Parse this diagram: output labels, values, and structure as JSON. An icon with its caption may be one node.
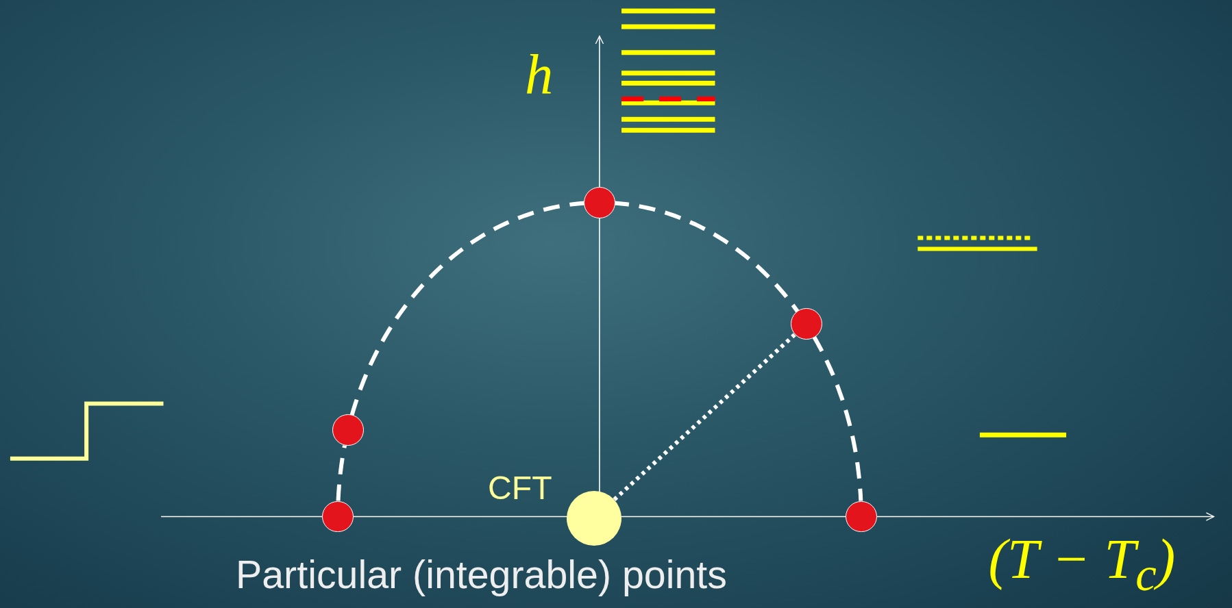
{
  "diagram": {
    "nodes": [
      {
        "text": [
          "CFT"
        ]
      },
      {
        "text": [],
        "shape": "circle"
      },
      {
        "text": [],
        "shape": "circle"
      },
      {
        "text": [],
        "shape": "circle"
      },
      {
        "text": [],
        "shape": "circle"
      },
      {
        "text": [],
        "shape": "circle"
      }
    ],
    "edges": [
      {
        "from": 2,
        "to": 1,
        "arrow": "none",
        "style": "dashed"
      },
      {
        "from": 1,
        "to": 3,
        "arrow": "none",
        "style": "dashed"
      },
      {
        "from": 3,
        "to": 4,
        "arrow": "none",
        "style": "dashed"
      },
      {
        "from": 4,
        "to": 5,
        "arrow": "none",
        "style": "dashed"
      },
      {
        "from": 0,
        "to": 4,
        "arrow": "none",
        "style": "dashed"
      }
    ],
    "labels": [
      "h",
      "(T − T$_{c}$)",
      "Particular (integrable) points"
    ]
  }
}
